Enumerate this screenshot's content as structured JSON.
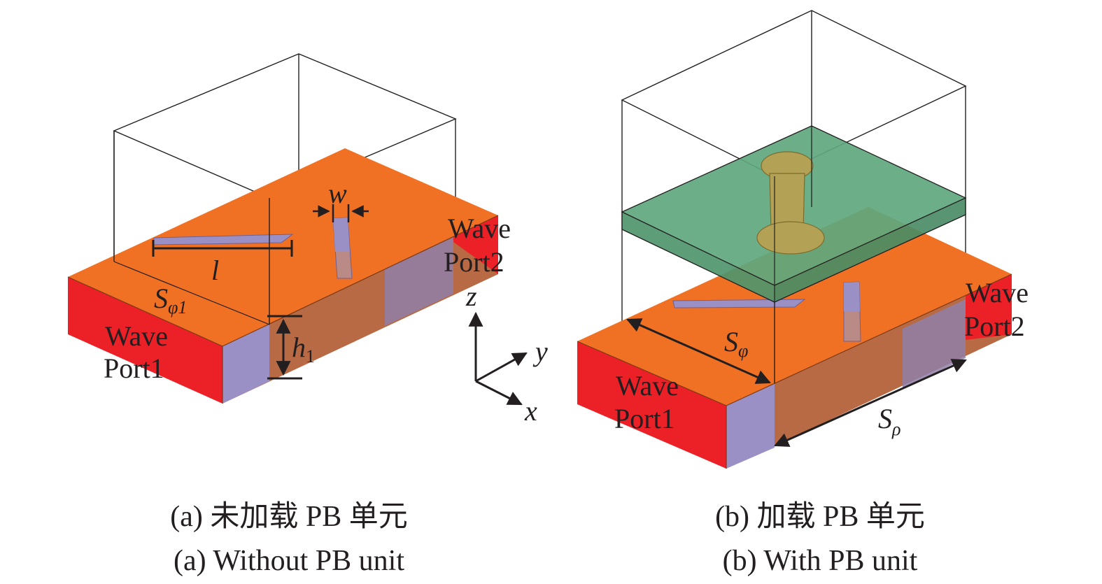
{
  "panel_a": {
    "port1": [
      "Wave",
      "Port1"
    ],
    "port2": [
      "Wave",
      "Port2"
    ],
    "dim_w": "w",
    "dim_l": "l",
    "dim_s_main": "S",
    "dim_s_sub": "φ1",
    "dim_h_main": "h",
    "dim_h_sub": "1",
    "caption_cn": "(a) 未加载 PB 单元",
    "caption_en": "(a) Without PB unit"
  },
  "axes": {
    "z": "z",
    "y": "y",
    "x": "x"
  },
  "panel_b": {
    "port1": [
      "Wave",
      "Port1"
    ],
    "port2": [
      "Wave",
      "Port2"
    ],
    "dim_sphi_main": "S",
    "dim_sphi_sub": "φ",
    "dim_srho_main": "S",
    "dim_srho_sub": "ρ",
    "caption_cn": "(b) 加载 PB 单元",
    "caption_en": "(b) With PB unit"
  },
  "colors": {
    "substrate_top": "#f07124",
    "substrate_side": "#b86a45",
    "port": "#ec2127",
    "slot": "#9a90c6",
    "pb_board": "#5ea77d",
    "pb_patch": "#b3a155",
    "outline": "#231f20"
  }
}
